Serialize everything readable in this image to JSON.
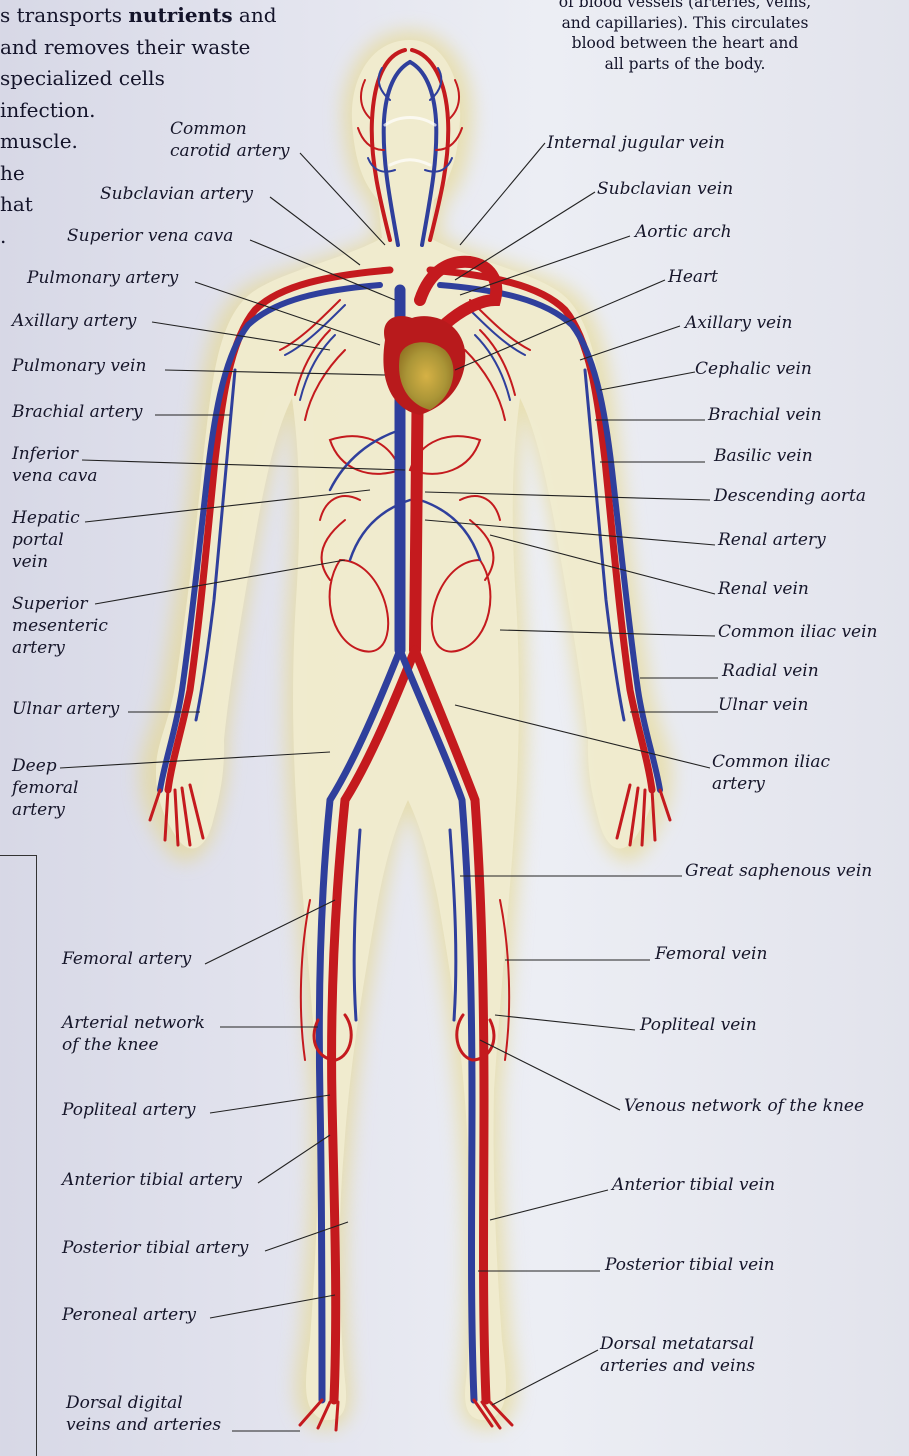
{
  "intro_text": {
    "lines": [
      "s transports nutrients and",
      "and removes their waste",
      "specialized cells",
      "infection.",
      "muscle.",
      "he",
      "hat",
      "."
    ],
    "bold_word": "nutrients"
  },
  "side_note": {
    "lines": [
      "of blood vessels (arteries, veins,",
      "and capillaries). This circulates",
      "blood between the heart and",
      "all parts of the body."
    ]
  },
  "labels_left": [
    "Common\ncarotid artery",
    "Subclavian artery",
    "Superior vena cava",
    "Pulmonary artery",
    "Axillary artery",
    "Pulmonary vein",
    "Brachial artery",
    "Inferior\nvena cava",
    "Hepatic\nportal\nvein",
    "Superior\nmesenteric\nartery",
    "Ulnar artery",
    "Deep\nfemoral\nartery",
    "Femoral artery",
    "Arterial network\nof the knee",
    "Popliteal artery",
    "Anterior tibial artery",
    "Posterior tibial artery",
    "Peroneal artery",
    "Dorsal digital\nveins and arteries"
  ],
  "labels_right": [
    "Internal jugular vein",
    "Subclavian vein",
    "Aortic arch",
    "Heart",
    "Axillary vein",
    "Cephalic vein",
    "Brachial vein",
    "Basilic vein",
    "Descending aorta",
    "Renal artery",
    "Renal vein",
    "Common iliac vein",
    "Radial vein",
    "Ulnar vein",
    "Common iliac\nartery",
    "Great saphenous vein",
    "Femoral vein",
    "Popliteal vein",
    "Venous network of the knee",
    "Anterior tibial vein",
    "Posterior tibial vein",
    "Dorsal metatarsal\narteries and veins"
  ],
  "colors": {
    "artery": "#c41a1e",
    "vein": "#2f3f9c",
    "heart": "#b81a1c",
    "body_glow": "#e9e2a8",
    "background": "#e3e4ee"
  }
}
